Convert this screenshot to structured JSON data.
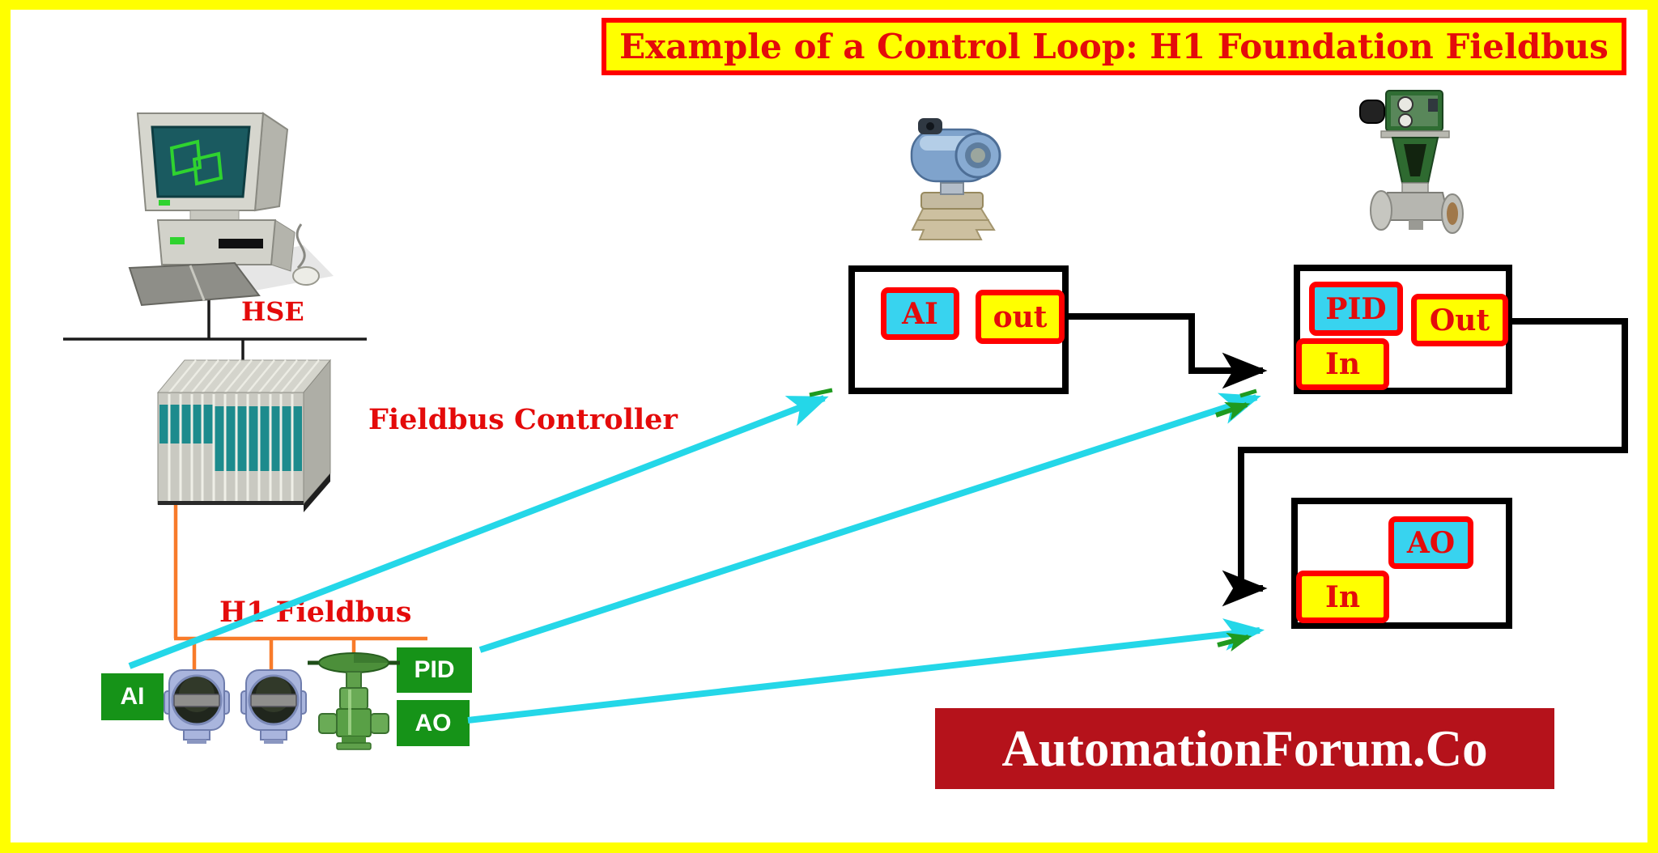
{
  "title": {
    "text": "Example of a Control Loop: H1 Foundation Fieldbus"
  },
  "network": {
    "hse_label": "HSE",
    "controller_label": "Fieldbus Controller",
    "h1_label": "H1 Fieldbus"
  },
  "field_device_blocks": {
    "ai": "AI",
    "pid": "PID",
    "ao": "AO"
  },
  "function_blocks": {
    "transmitter": {
      "ai": "AI",
      "out": "out"
    },
    "valve_pid": {
      "pid": "PID",
      "out": "Out",
      "in": "In"
    },
    "valve_ao": {
      "ao": "AO",
      "in": "In"
    }
  },
  "branding": {
    "logo": "AutomationForum.Co"
  },
  "icons": [
    "computer-workstation-icon",
    "fieldbus-controller-icon",
    "pressure-transmitter-icon",
    "control-valve-icon"
  ],
  "colors": {
    "frame_yellow": "#ffff00",
    "red_text": "#e40b0b",
    "red_border": "#ff0000",
    "cyan_label_bg": "#38d3ef",
    "arrow_cyan": "#24d7e8",
    "green_device_box": "#169318",
    "orange_bus": "#f87b2a",
    "logo_red": "#b5121b",
    "black_line": "#000000"
  }
}
